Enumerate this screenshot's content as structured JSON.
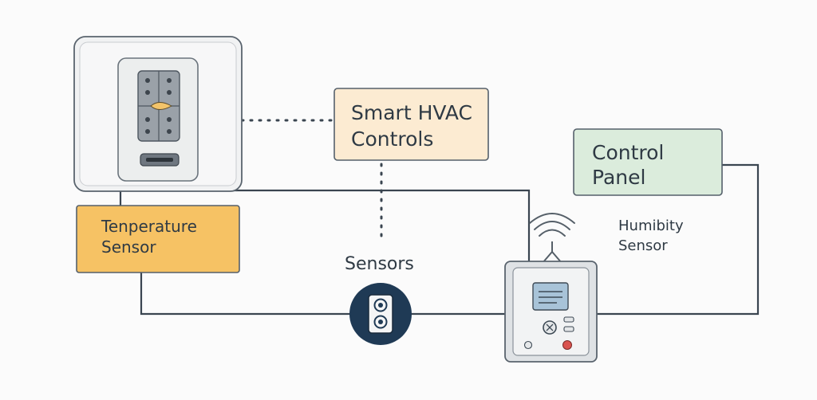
{
  "diagram": {
    "nodes": {
      "hvac_controls": {
        "label": "Smart HVAC\nControls",
        "fill": "#fcebd2"
      },
      "control_panel": {
        "label": "Control\nPanel",
        "fill": "#dbecdc"
      },
      "temperature_sensor": {
        "label": "Tenperature\nSensor",
        "fill": "#f6c264"
      },
      "sensors": {
        "label": "Sensors",
        "hub_fill": "#1f3a55"
      },
      "humidity_sensor": {
        "label": "Humibity\nSensor"
      }
    },
    "devices": {
      "thermostat": {
        "icon": "thermostat-icon"
      },
      "control_unit": {
        "icon": "control-unit-icon",
        "status_color": "#d9534f"
      }
    },
    "edges": [
      {
        "from": "thermostat",
        "to": "hvac_controls",
        "style": "dotted"
      },
      {
        "from": "hvac_controls",
        "to": "sensors",
        "style": "dotted"
      },
      {
        "from": "thermostat",
        "to": "control_unit",
        "style": "solid"
      },
      {
        "from": "thermostat",
        "to": "temperature_sensor",
        "style": "solid"
      },
      {
        "from": "temperature_sensor",
        "to": "sensors",
        "style": "solid"
      },
      {
        "from": "sensors",
        "to": "control_unit",
        "style": "solid"
      },
      {
        "from": "control_unit",
        "to": "control_panel",
        "style": "solid"
      }
    ],
    "colors": {
      "line": "#3a4550",
      "wifi": "#555f68"
    }
  }
}
